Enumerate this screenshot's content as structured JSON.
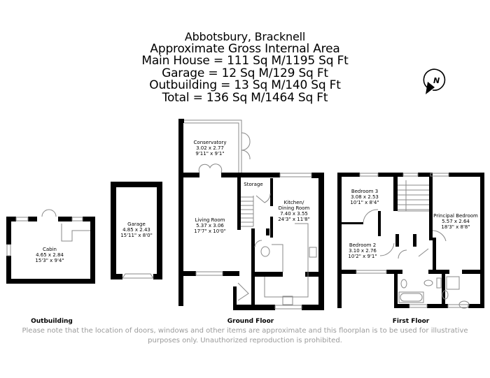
{
  "header": {
    "lines": [
      "Abbotsbury, Bracknell",
      "Approximate Gross Internal Area",
      "Main House = 111 Sq M/1195 Sq Ft",
      "Garage = 12 Sq M/129 Sq Ft",
      "Outbuilding = 13 Sq M/140 Sq Ft",
      "Total = 136 Sq M/1464 Sq Ft"
    ]
  },
  "compass": {
    "label": "N",
    "icon": "north-arrow-icon"
  },
  "rooms": {
    "cabin": {
      "name": "Cabin",
      "metric": "4.65 x 2.84",
      "imperial": "15'3\" x 9'4\""
    },
    "garage": {
      "name": "Garage",
      "metric": "4.85 x 2.43",
      "imperial": "15'11\" x 8'0\""
    },
    "conservatory": {
      "name": "Conservatory",
      "metric": "3.02 x 2.77",
      "imperial": "9'11\" x 9'1\""
    },
    "storage": {
      "name": "Storage"
    },
    "living_room": {
      "name": "Living Room",
      "metric": "5.37 x 3.06",
      "imperial": "17'7\" x 10'0\""
    },
    "kitchen": {
      "name": "Kitchen/",
      "name2": "Dining Room",
      "metric": "7.40 x 3.55",
      "imperial": "24'3\" x 11'8\""
    },
    "bedroom3": {
      "name": "Bedroom 3",
      "metric": "3.08 x 2.53",
      "imperial": "10'1\" x 8'4\""
    },
    "bedroom2": {
      "name": "Bedroom 2",
      "metric": "3.10 x 2.76",
      "imperial": "10'2\" x 9'1\""
    },
    "principal": {
      "name": "Principal Bedroom",
      "metric": "5.57 x 2.64",
      "imperial": "18'3\" x 8'8\""
    }
  },
  "floors": {
    "outbuilding": "Outbuilding",
    "ground": "Ground Floor",
    "first": "First Floor"
  },
  "disclaimer": {
    "line1": "Please note that the location of doors, windows and other items are approximate and this floorplan is to be used for illustrative",
    "line2": "purposes only. Unauthorized reproduction is prohibited."
  }
}
